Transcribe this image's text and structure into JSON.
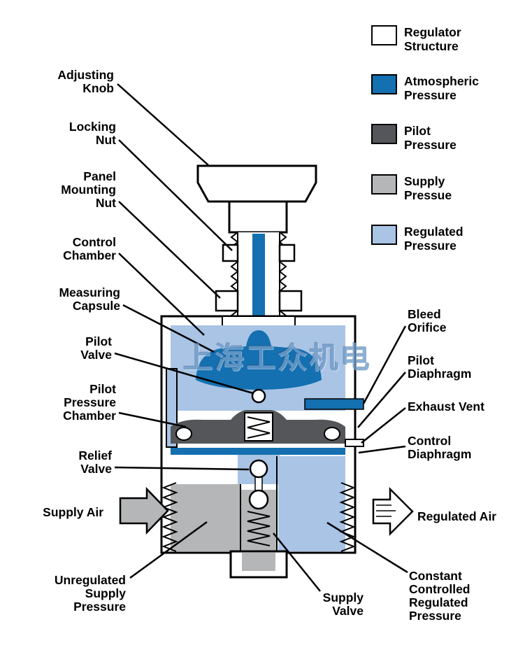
{
  "legend": {
    "items": [
      {
        "name": "regulator-structure",
        "label": "Regulator\nStructure",
        "color": "#ffffff"
      },
      {
        "name": "atmospheric-pressure",
        "label": "Atmospheric\nPressure",
        "color": "#1470b0"
      },
      {
        "name": "pilot-pressure",
        "label": "Pilot\nPressure",
        "color": "#545659"
      },
      {
        "name": "supply-pressure",
        "label": "Supply\nPressue",
        "color": "#b4b6b8"
      },
      {
        "name": "regulated-pressure",
        "label": "Regulated\nPressure",
        "color": "#a9c4e5"
      }
    ]
  },
  "labels": {
    "adjusting_knob": "Adjusting\nKnob",
    "locking_nut": "Locking\nNut",
    "panel_mounting_nut": "Panel\nMounting\nNut",
    "control_chamber": "Control\nChamber",
    "measuring_capsule": "Measuring\nCapsule",
    "pilot_valve": "Pilot\nValve",
    "pilot_pressure_chamber": "Pilot\nPressure\nChamber",
    "relief_valve": "Relief\nValve",
    "supply_air": "Supply Air",
    "unregulated_supply_pressure": "Unregulated\nSupply\nPressure",
    "bleed_orifice": "Bleed\nOrifice",
    "pilot_diaphragm": "Pilot\nDiaphragm",
    "exhaust_vent": "Exhaust Vent",
    "control_diaphragm": "Control\nDiaphragm",
    "regulated_air": "Regulated Air",
    "constant_controlled_regulated_pressure": "Constant\nControlled\nRegulated\nPressure",
    "supply_valve": "Supply\nValve"
  },
  "watermark": {
    "text": "上海工众机电"
  },
  "colors": {
    "outline": "#000000",
    "atmospheric_blue": "#1470b0",
    "pilot_gray": "#545659",
    "supply_gray": "#b4b6b8",
    "regulated_blue": "#a9c4e5",
    "background": "#ffffff"
  }
}
